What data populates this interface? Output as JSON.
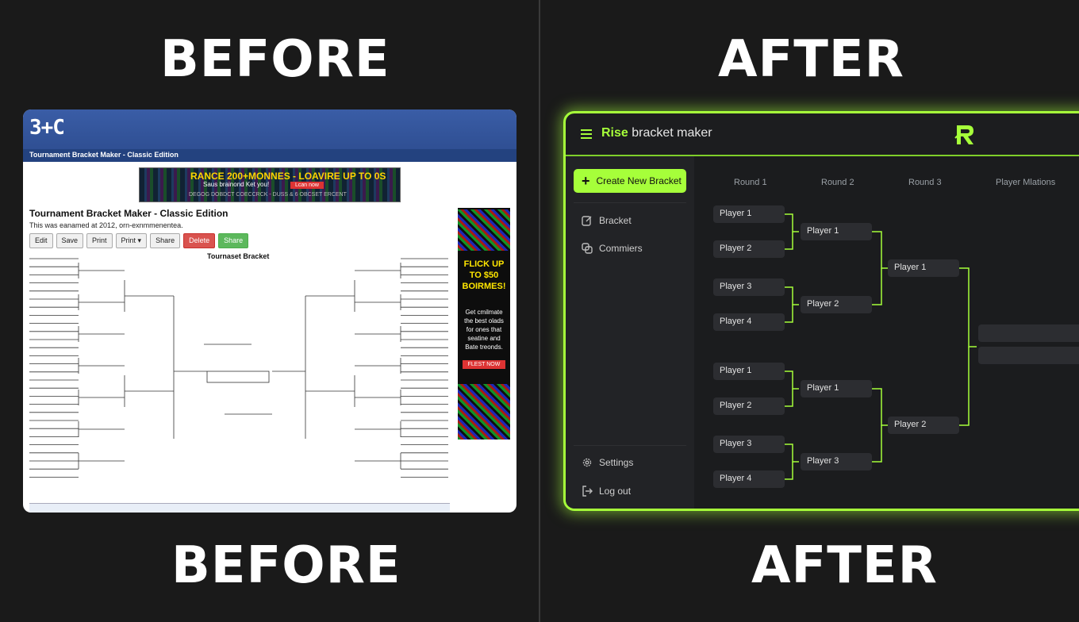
{
  "labels": {
    "before_top": "BEFORE",
    "after_top": "AFTER",
    "before_bottom": "BEFORE",
    "after_bottom": "AFTER"
  },
  "before": {
    "header_logo": "3+C",
    "subbar": "Tournament Bracket Maker - Classic Edition",
    "ad_banner": {
      "line1": "RANCE 200+MONNES - LOAVIRE UP TO 0S",
      "line2": "Saus brainond Ket you!",
      "button": "Lcan now",
      "line3": "DEGOG DOBDCT COECCRCK - DUSS & 6 OBCSET ERCENT"
    },
    "title": "Tournament Bracket Maker - Classic Edition",
    "subtitle": "This was eanamed at 2012, orn-exnmmenentea.",
    "toolbar": [
      "Edit",
      "Save",
      "Print",
      "Print ▾",
      "Share",
      "Delete",
      "Share"
    ],
    "bracket_title": "Tournaset Bracket",
    "side_ad": {
      "headline": "FLICK UP TO $50 BOIRMES!",
      "body": "Get cmilmate the best olads for ones that seatine and Bate treonds.",
      "button": "FLEST NOW"
    }
  },
  "after": {
    "brand_bold": "Rise",
    "brand_rest": " bracket maker",
    "accent": "#a6ff3a",
    "sidebar": {
      "create_button": "Create New Bracket",
      "items": [
        {
          "label": "Bracket",
          "icon": "edit-icon"
        },
        {
          "label": "Commiers",
          "icon": "copy-icon"
        }
      ],
      "bottom_items": [
        {
          "label": "Settings",
          "icon": "gear-icon"
        },
        {
          "label": "Log out",
          "icon": "logout-icon"
        }
      ]
    },
    "rounds": [
      "Round 1",
      "Round 2",
      "Round 3",
      "Player Mlations"
    ],
    "round1": [
      "Player 1",
      "Player 2",
      "Player 3",
      "Player 4",
      "Player 1",
      "Player 2",
      "Player 3",
      "Player 4"
    ],
    "round2": [
      "Player 1",
      "Player 2",
      "Player 1",
      "Player 3"
    ],
    "round3": [
      "Player 1",
      "Player 2"
    ]
  }
}
